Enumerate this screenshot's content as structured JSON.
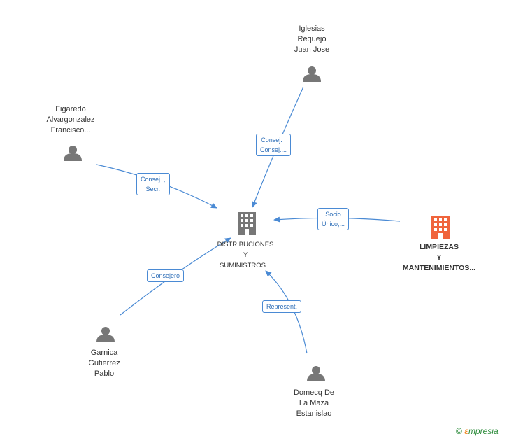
{
  "nodes": {
    "center": {
      "lines": [
        "DISTRIBUCIONES",
        "Y",
        "SUMINISTROS..."
      ],
      "icon": "building-icon",
      "color": "#777777"
    },
    "limpiezas": {
      "lines": [
        "LIMPIEZAS",
        "Y",
        "MANTENIMIENTOS..."
      ],
      "icon": "building-icon",
      "color": "#f0643c"
    },
    "iglesias": {
      "lines": [
        "Iglesias",
        "Requejo",
        "Juan Jose"
      ],
      "icon": "person-icon"
    },
    "figaredo": {
      "lines": [
        "Figaredo",
        "Alvargonzalez",
        "Francisco..."
      ],
      "icon": "person-icon"
    },
    "garnica": {
      "lines": [
        "Garnica",
        "Gutierrez",
        "Pablo"
      ],
      "icon": "person-icon"
    },
    "domecq": {
      "lines": [
        "Domecq De",
        "La Maza",
        "Estanislao"
      ],
      "icon": "person-icon"
    }
  },
  "edges": {
    "iglesias": {
      "lines": [
        "Consej. ,",
        "Consej...."
      ]
    },
    "figaredo": {
      "lines": [
        "Consej. ,",
        "Secr."
      ]
    },
    "limpiezas": {
      "lines": [
        "Socio",
        "Único,..."
      ]
    },
    "garnica": {
      "lines": [
        "Consejero"
      ]
    },
    "domecq": {
      "lines": [
        "Represent."
      ]
    }
  },
  "colors": {
    "edge": "#4a8ad4",
    "person": "#777777"
  },
  "brand": {
    "symbol": "©",
    "e": "ε",
    "rest": "mpresia"
  }
}
